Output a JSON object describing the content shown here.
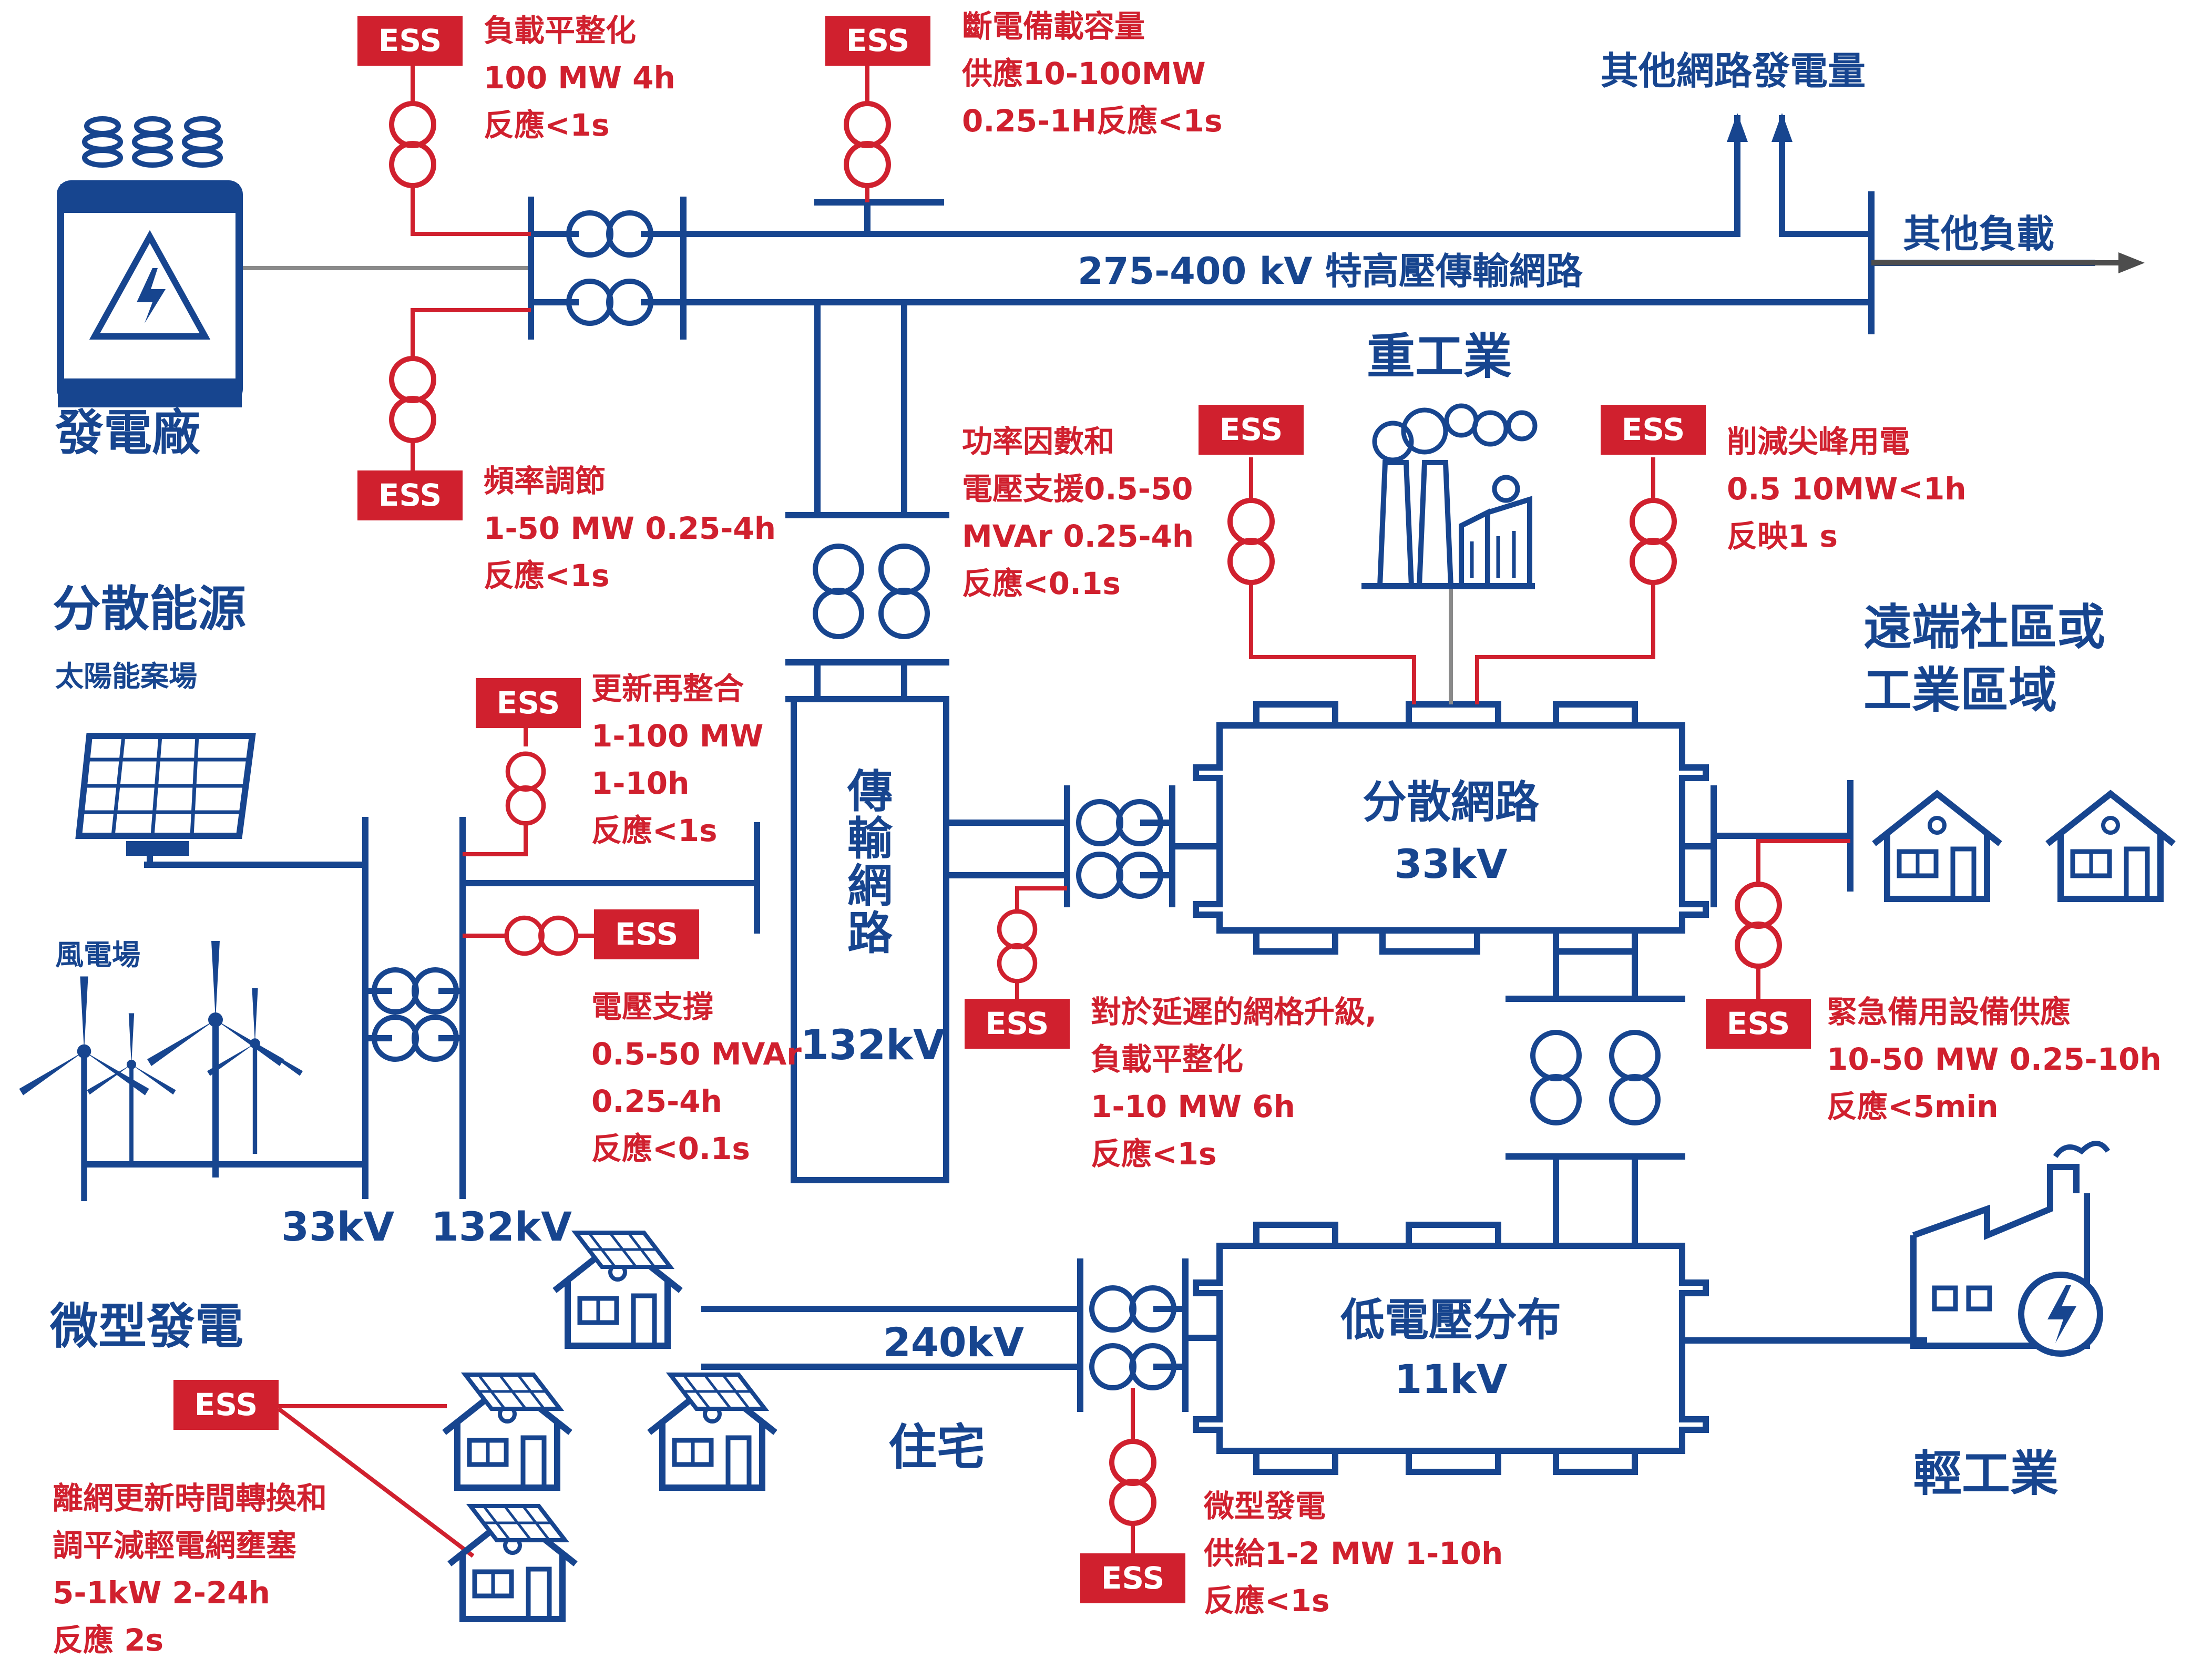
{
  "colors": {
    "blue": "#17458f",
    "red": "#d0202e",
    "grey": "#8a8a8a",
    "white": "#ffffff"
  },
  "ess_label": "ESS",
  "icons": [
    "power-plant-icon",
    "solar-panel-icon",
    "wind-turbine-icon",
    "factory-icon",
    "house-icon",
    "light-industry-icon",
    "transformer-icon"
  ],
  "sections": {
    "power_plant": "發電廠",
    "distributed": "分散能源",
    "solar": "太陽能案場",
    "wind": "風電場",
    "micro_gen": "微型發電",
    "heavy_industry": "重工業",
    "remote_line1": "遠端社區或",
    "remote_line2": "工業區域",
    "light_industry": "輕工業",
    "residential": "住宅",
    "other_gen": "其他網路發電量",
    "other_load": "其他負載"
  },
  "networks": {
    "ehv": "275-400 kV 特高壓傳輸網路",
    "trans_v": [
      "傳",
      "輸",
      "網",
      "路"
    ],
    "trans_kv": "132kV",
    "dist_name": "分散網路",
    "dist_kv": "33kV",
    "lv_name": "低電壓分布",
    "lv_kv": "11kV",
    "res_kv": "240kV",
    "bus_33": "33kV",
    "bus_132": "132kV"
  },
  "notes": {
    "load_level": [
      "負載平整化",
      "100 MW 4h",
      "反應<1s"
    ],
    "outage": [
      "斷電備載容量",
      "供應10-100MW",
      "0.25-1H反應<1s"
    ],
    "freq": [
      "頻率調節",
      "1-50 MW 0.25-4h",
      "反應<1s"
    ],
    "pf": [
      "功率因數和",
      "電壓支援0.5-50",
      "MVAr 0.25-4h",
      "反應<0.1s"
    ],
    "renew": [
      "更新再整合",
      "1-100 MW",
      "1-10h",
      "反應<1s"
    ],
    "volt": [
      "電壓支撐",
      "0.5-50 MVAr",
      "0.25-4h",
      "反應<0.1s"
    ],
    "peak": [
      "削減尖峰用電",
      "0.5 10MW<1h",
      "反映1 s"
    ],
    "defer": [
      "對於延遲的網格升級,",
      "負載平整化",
      "1-10 MW 6h",
      "反應<1s"
    ],
    "emergency": [
      "緊急備用設備供應",
      "10-50 MW 0.25-10h",
      "反應<5min"
    ],
    "micro": [
      "微型發電",
      "供給1-2 MW 1-10h",
      "反應<1s"
    ],
    "offgrid": [
      "離網更新時間轉換和",
      "調平減輕電網壅塞",
      "5-1kW 2-24h",
      "反應 2s"
    ]
  }
}
